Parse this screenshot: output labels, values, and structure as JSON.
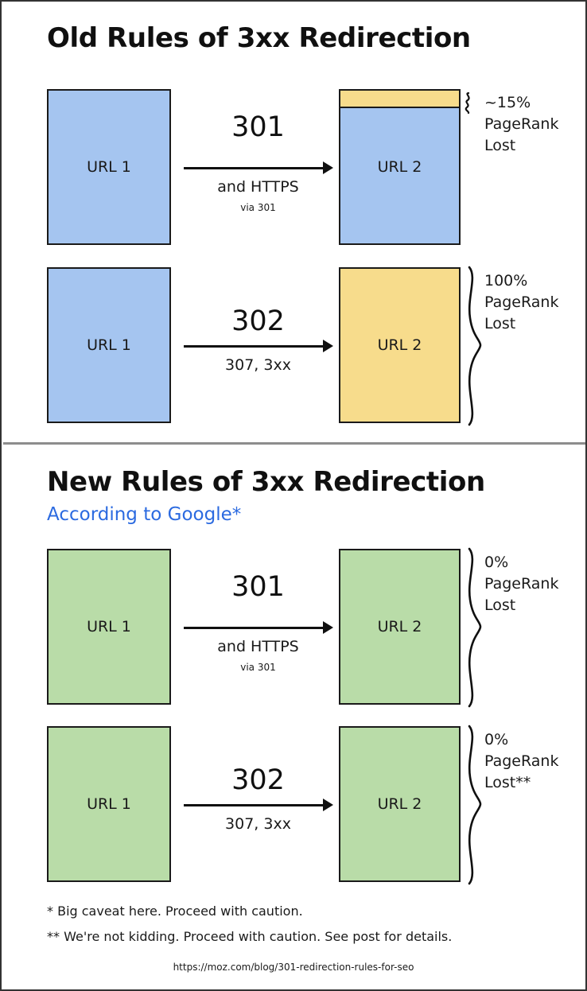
{
  "sections": [
    {
      "id": "old",
      "title": "Old Rules of 3xx Redirection",
      "subtitle": "",
      "rows": [
        {
          "source_label": "URL 1",
          "target_label": "URL 2",
          "code": "301",
          "code_sub": "and HTTPS",
          "code_sub2": "via 301",
          "annotation_line1": "~15%",
          "annotation_line2": "PageRank",
          "annotation_line3": "Lost",
          "lost_percent": 15,
          "brace_style": "squiggle-small"
        },
        {
          "source_label": "URL 1",
          "target_label": "URL 2",
          "code": "302",
          "code_sub": "307, 3xx",
          "code_sub2": "",
          "annotation_line1": "100%",
          "annotation_line2": "PageRank",
          "annotation_line3": "Lost",
          "lost_percent": 100,
          "brace_style": "curly-full"
        }
      ]
    },
    {
      "id": "new",
      "title": "New Rules of 3xx Redirection",
      "subtitle": "According to Google*",
      "rows": [
        {
          "source_label": "URL 1",
          "target_label": "URL 2",
          "code": "301",
          "code_sub": "and HTTPS",
          "code_sub2": "via 301",
          "annotation_line1": "0%",
          "annotation_line2": "PageRank",
          "annotation_line3": "Lost",
          "lost_percent": 0,
          "brace_style": "curly-full"
        },
        {
          "source_label": "URL 1",
          "target_label": "URL 2",
          "code": "302",
          "code_sub": "307, 3xx",
          "code_sub2": "",
          "annotation_line1": "0%",
          "annotation_line2": "PageRank",
          "annotation_line3": "Lost**",
          "lost_percent": 0,
          "brace_style": "curly-full"
        }
      ]
    }
  ],
  "footnotes": {
    "single_star": "* Big caveat here. Proceed with caution.",
    "double_star": "** We're not kidding. Proceed with caution. See post for details."
  },
  "source_url": "https://moz.com/blog/301-redirection-rules-for-seo",
  "colors": {
    "blue": "#a5c5f0",
    "green": "#b9dca8",
    "yellow": "#f7dc8c",
    "outline": "#1a1a1a",
    "subtitle_blue": "#2b6ae0",
    "divider": "#8d8d8d"
  }
}
